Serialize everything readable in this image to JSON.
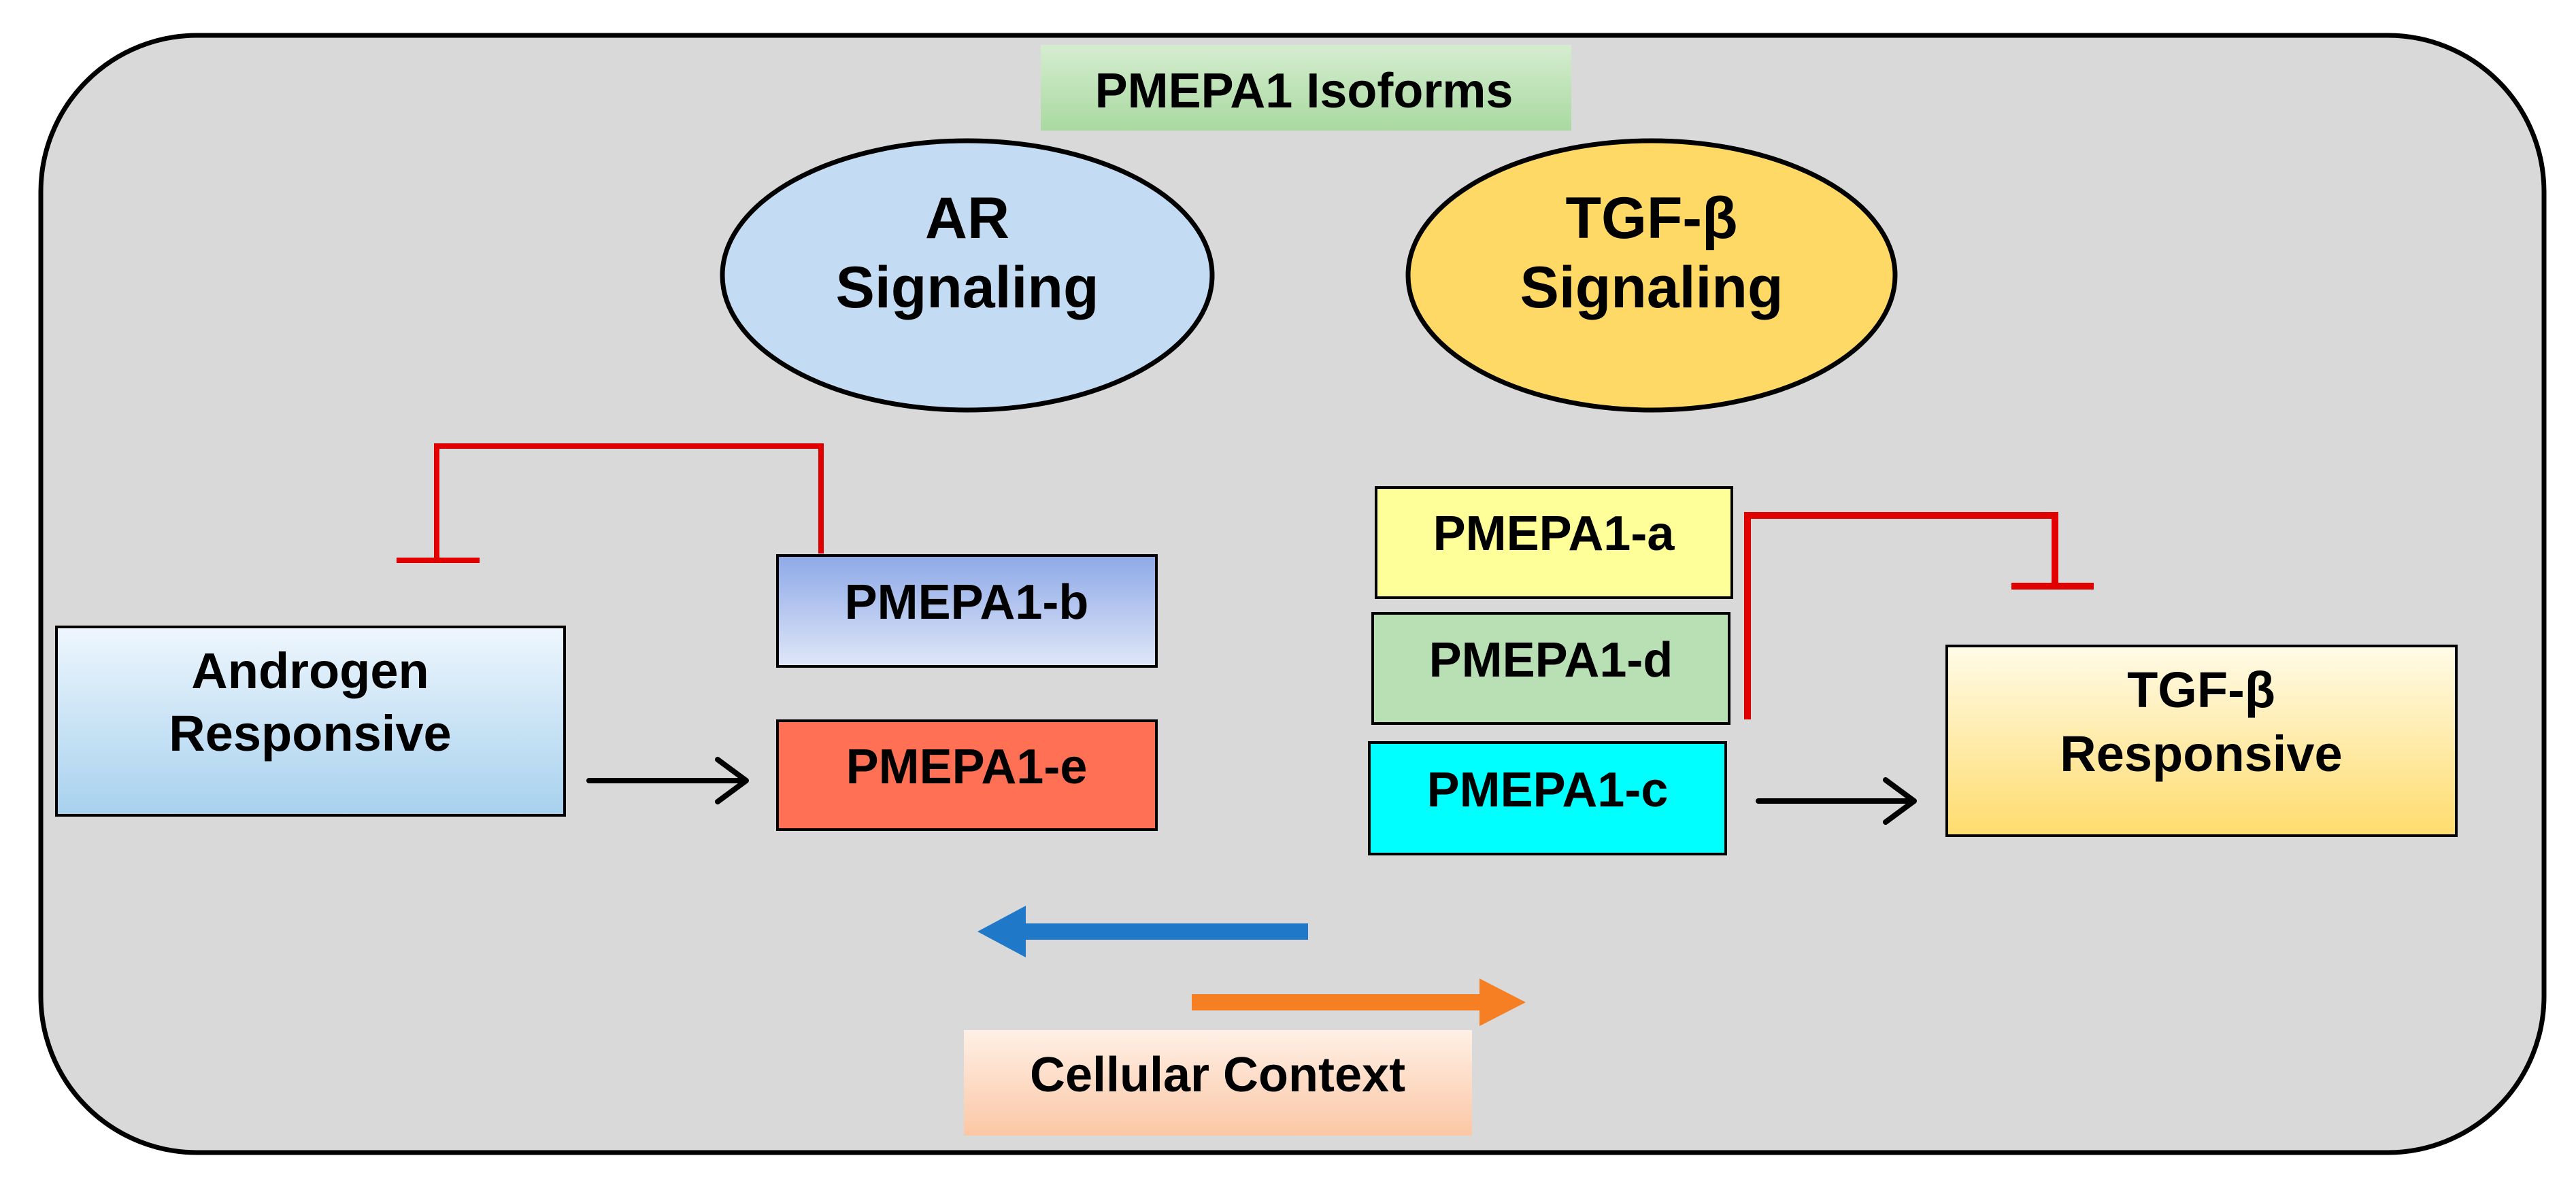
{
  "diagram": {
    "title": "PMEPA1 Isoforms",
    "ovals": {
      "ar": {
        "line1": "AR",
        "line2": "Signaling",
        "fill": "#c4dcf3"
      },
      "tgf": {
        "line1": "TGF-β",
        "line2": "Signaling",
        "fill": "#ffd966"
      }
    },
    "isoforms": {
      "b": {
        "label": "PMEPA1-b",
        "color": "#8ea9e8"
      },
      "e": {
        "label": "PMEPA1-e",
        "color": "#ff7054"
      },
      "a": {
        "label": "PMEPA1-a",
        "color": "#ffff99"
      },
      "d": {
        "label": "PMEPA1-d",
        "color": "#b9e0b4"
      },
      "c": {
        "label": "PMEPA1-c",
        "color": "#00ffff"
      }
    },
    "responsive": {
      "androgen": {
        "line1": "Androgen",
        "line2": "Responsive"
      },
      "tgf": {
        "line1": "TGF-β",
        "line2": "Responsive"
      }
    },
    "context": "Cellular Context",
    "colors": {
      "background": "#d9d9d9",
      "inhibition": "#e00000",
      "arrow_blue": "#1f78c8",
      "arrow_orange": "#f57f22"
    }
  }
}
